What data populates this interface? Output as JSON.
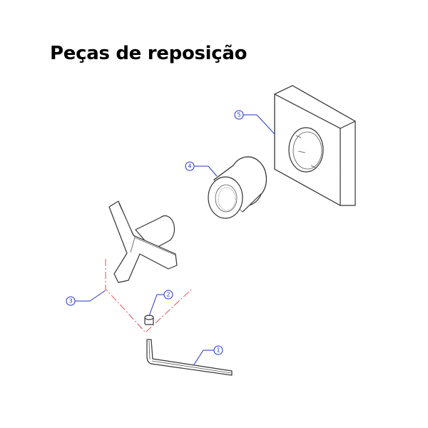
{
  "title": "Peças de reposição",
  "callouts": [
    {
      "number": "1",
      "part": "allen-key"
    },
    {
      "number": "2",
      "part": "set-screw"
    },
    {
      "number": "3",
      "part": "handle-axis"
    },
    {
      "number": "4",
      "part": "threaded-nut"
    },
    {
      "number": "5",
      "part": "square-escutcheon-plate"
    }
  ],
  "colors": {
    "callout": "#2233cc",
    "centerline": "#e05050",
    "outline": "#333333"
  }
}
